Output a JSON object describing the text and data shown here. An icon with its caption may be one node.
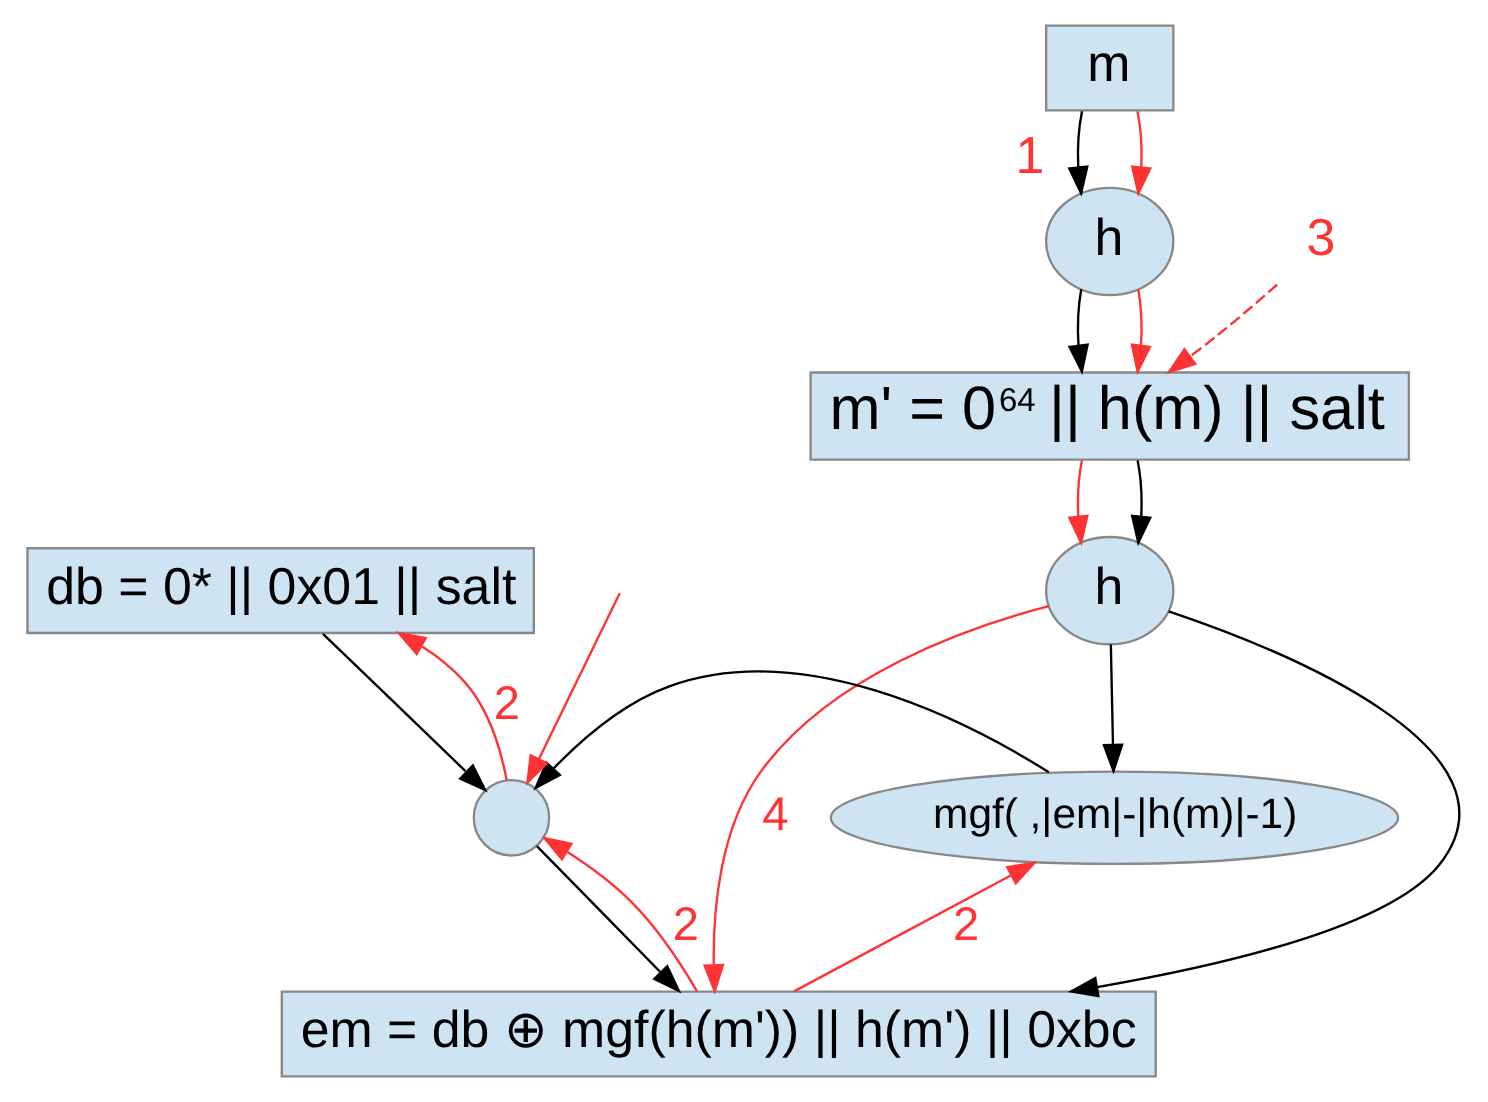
{
  "diagram": {
    "nodes": [
      {
        "text": [
          "m"
        ]
      },
      {
        "text": [
          "h"
        ],
        "beside": [
          "1"
        ]
      },
      {
        "text": [
          "m' = 0$^{64}$ || h(m) || salt"
        ]
      },
      {
        "text": [
          "db = 0* || 0x01 || salt"
        ]
      },
      {
        "text": [
          "h"
        ]
      },
      {
        "text": [],
        "shape": "circle"
      },
      {
        "text": [
          "mgf( ,|em|-|h(m)|-1)"
        ]
      },
      {
        "text": [
          "em = db ⊕ mgf(h(m')) || h(m') || 0xbc"
        ]
      },
      {
        "text": [
          "3"
        ]
      }
    ],
    "edges": [
      {
        "from": 0,
        "to": 1,
        "arrow": "to",
        "color": "#000000"
      },
      {
        "from": 0,
        "to": 1,
        "arrow": "to",
        "color": "#ff3333"
      },
      {
        "from": 1,
        "to": 2,
        "arrow": "to",
        "color": "#000000"
      },
      {
        "from": 1,
        "to": 2,
        "arrow": "to",
        "color": "#ff3333"
      },
      {
        "from": 2,
        "to": 4,
        "arrow": "to",
        "color": "#ff3333"
      },
      {
        "from": 2,
        "to": 4,
        "arrow": "to",
        "color": "#000000"
      },
      {
        "from": 8,
        "to": 2,
        "arrow": "to",
        "style": "dashed",
        "color": "#ff3333"
      },
      {
        "from": 3,
        "to": 5,
        "arrow": "to",
        "color": "#000000"
      },
      {
        "from": 5,
        "to": 3,
        "arrow": "to",
        "label": "2",
        "color": "#ff3333"
      },
      {
        "from": null,
        "to": 5,
        "arrow": "to",
        "color": "#ff3333"
      },
      {
        "from": 6,
        "to": 5,
        "arrow": "to",
        "color": "#000000"
      },
      {
        "from": 4,
        "to": 6,
        "arrow": "to",
        "color": "#000000"
      },
      {
        "from": 4,
        "to": 7,
        "arrow": "to",
        "label": "4",
        "color": "#ff3333"
      },
      {
        "from": 4,
        "to": 7,
        "arrow": "to",
        "color": "#000000"
      },
      {
        "from": 7,
        "to": 6,
        "arrow": "to",
        "label": "2",
        "color": "#ff3333"
      },
      {
        "from": 7,
        "to": 5,
        "arrow": "to",
        "label": "2",
        "color": "#ff3333"
      },
      {
        "from": 5,
        "to": 7,
        "arrow": "to",
        "color": "#000000"
      }
    ]
  }
}
